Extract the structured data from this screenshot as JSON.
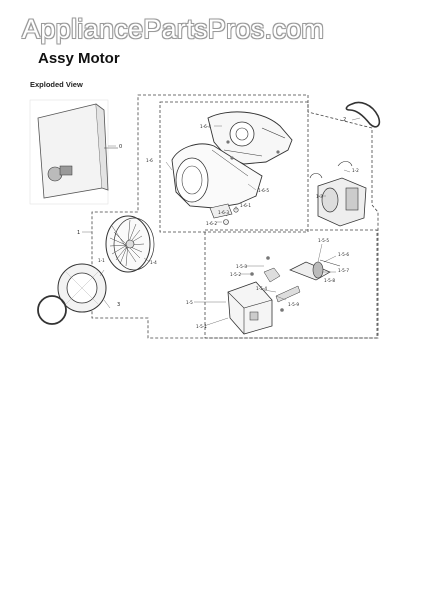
{
  "header": {
    "watermark": "AppliancePartsPros.com",
    "title": "Assy Motor",
    "view_label": "Exploded View"
  },
  "callouts": {
    "c0": "0",
    "c1": "1",
    "c1_1": "1-1",
    "c1_4": "1-4",
    "c1_5": "1-5",
    "c1_6": "1-6",
    "c1_6_4": "1-6-4",
    "c1_6_5": "1-6-5",
    "c1_6_1": "1-6-1",
    "c1_6_2": "1-6-2",
    "c1_6_3": "1-6-3",
    "c1_2": "1-2",
    "c1_3": "1-3",
    "c1_5_1": "1-5-1",
    "c1_5_2": "1-5-2",
    "c1_5_3": "1-5-3",
    "c1_5_4": "1-5-4",
    "c1_5_5": "1-5-5",
    "c1_5_6": "1-5-6",
    "c1_5_7": "1-5-7",
    "c1_5_8": "1-5-8",
    "c1_5_9": "1-5-9",
    "c2": "2",
    "c3": "3"
  }
}
